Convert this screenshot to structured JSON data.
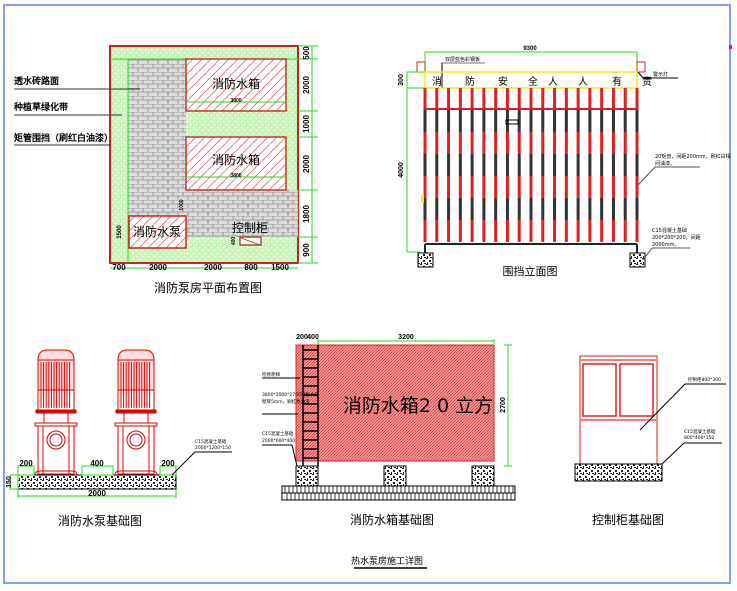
{
  "colors": {
    "frame": "#86a0f0",
    "red": "#e01010",
    "green": "#22dd22",
    "yellow": "#f0f000",
    "brown": "#a0522d",
    "grass_bg": "#c8f5b8"
  },
  "plan": {
    "title": "消防泵房平面布置图",
    "legend": [
      "透水砖路面",
      "种植草绿化带",
      "矩管围挡（刷红白油漆）"
    ],
    "tank1_label": "消防水箱",
    "tank1_dim": "3800",
    "tank2_label": "消防水箱",
    "tank2_dim": "3800",
    "pump_label": "消防水泵",
    "pump_dim": "1500",
    "cabinet_label": "控制柜",
    "cabinet_dim": "400",
    "gap_dim": "1000",
    "bottom_dims": [
      "700",
      "2000",
      "2000",
      "800",
      "1500"
    ],
    "right_dims": [
      "500",
      "2000",
      "1000",
      "2000",
      "1800",
      "900"
    ]
  },
  "fence": {
    "title": "围挡立面图",
    "top_dim": "9300",
    "banner_note": "双层蓝色彩钢板",
    "banner_chars": [
      "消",
      "防",
      "安",
      "全",
      "人",
      "人",
      "有",
      "责"
    ],
    "light_note": "警示灯",
    "side_dim_top": "300",
    "side_dim": "4000",
    "pipe_note_line1": "20矩管，间距200mm，刷红白相",
    "pipe_note_line2": "间油漆。",
    "base_note_line1": "C15混凝土基础",
    "base_note_line2": "200*200*200，间距",
    "base_note_line3": "2000mm。"
  },
  "pump": {
    "title": "消防水泵基础图",
    "base_note_line1": "C15混凝土基础",
    "base_note_line2": "2000*1200*150",
    "dims_top": [
      "200",
      "400",
      "200"
    ],
    "dim_height": "150",
    "dim_total": "2000"
  },
  "tank": {
    "title": "消防水箱基础图",
    "label": "消防水箱2 0 立方",
    "dim_top_a": "200",
    "dim_top_b": "400",
    "dim_top_c": "3200",
    "dim_height": "2700",
    "note_ladder": "检修爬梯",
    "note_tank_line1": "3800*2000*2700钢板水箱",
    "note_tank_line2": "壁厚5mm，刷红色油漆",
    "note_base_line1": "C15混凝土基础",
    "note_base_line2": "2000*600*400"
  },
  "cabinet": {
    "title": "控制柜基础图",
    "note_cabinet": "控制柜800*300",
    "note_base_line1": "C15混凝土基础",
    "note_base_line2": "800*400*150"
  },
  "sheet_title": "热水泵房施工详图"
}
